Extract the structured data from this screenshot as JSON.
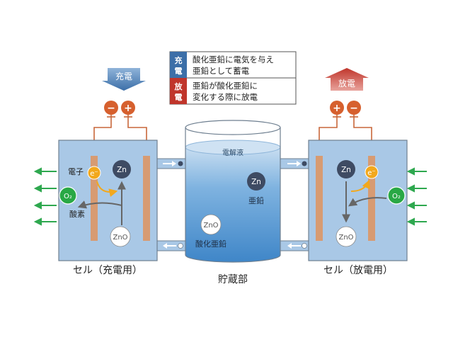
{
  "legend": {
    "charge": {
      "tag": "充電",
      "line1": "酸化亜鉛に電気を与え",
      "line2": "亜鉛として蓄電"
    },
    "discharge": {
      "tag": "放電",
      "line1": "亜鉛が酸化亜鉛に",
      "line2": "変化する際に放電"
    }
  },
  "arrows": {
    "charge": "充電",
    "discharge": "放電"
  },
  "terminals": {
    "left": {
      "minus": "−",
      "plus": "+"
    },
    "right": {
      "plus": "+",
      "minus": "−"
    }
  },
  "left_cell": {
    "electron_label": "電子",
    "electron": "e⁻",
    "oxygen": "O₂",
    "oxygen_label": "酸素",
    "zn": "Zn",
    "zno": "ZnO",
    "caption": "セル（充電用）"
  },
  "right_cell": {
    "electron": "e⁻",
    "oxygen": "O₂",
    "zn": "Zn",
    "zno": "ZnO",
    "caption": "セル（放電用）"
  },
  "storage": {
    "electrolyte": "電解液",
    "zn": "Zn",
    "zn_label": "亜鉛",
    "zno": "ZnO",
    "zno_label": "酸化亜鉛",
    "caption": "貯蔵部"
  },
  "colors": {
    "cell_fill": "#a9c8e6",
    "cell_border": "#6e7f90",
    "electrode": "#d79b72",
    "wire": "#c8673a",
    "terminal": "#d6602e",
    "arrow_green": "#2ea84f",
    "oxygen": "#29a845",
    "electron": "#f2a81d",
    "zn": "#3e4b63",
    "charge_blue": "#3c6fa8",
    "discharge_red": "#c0352b",
    "tank_water": "#6fa8dc"
  }
}
